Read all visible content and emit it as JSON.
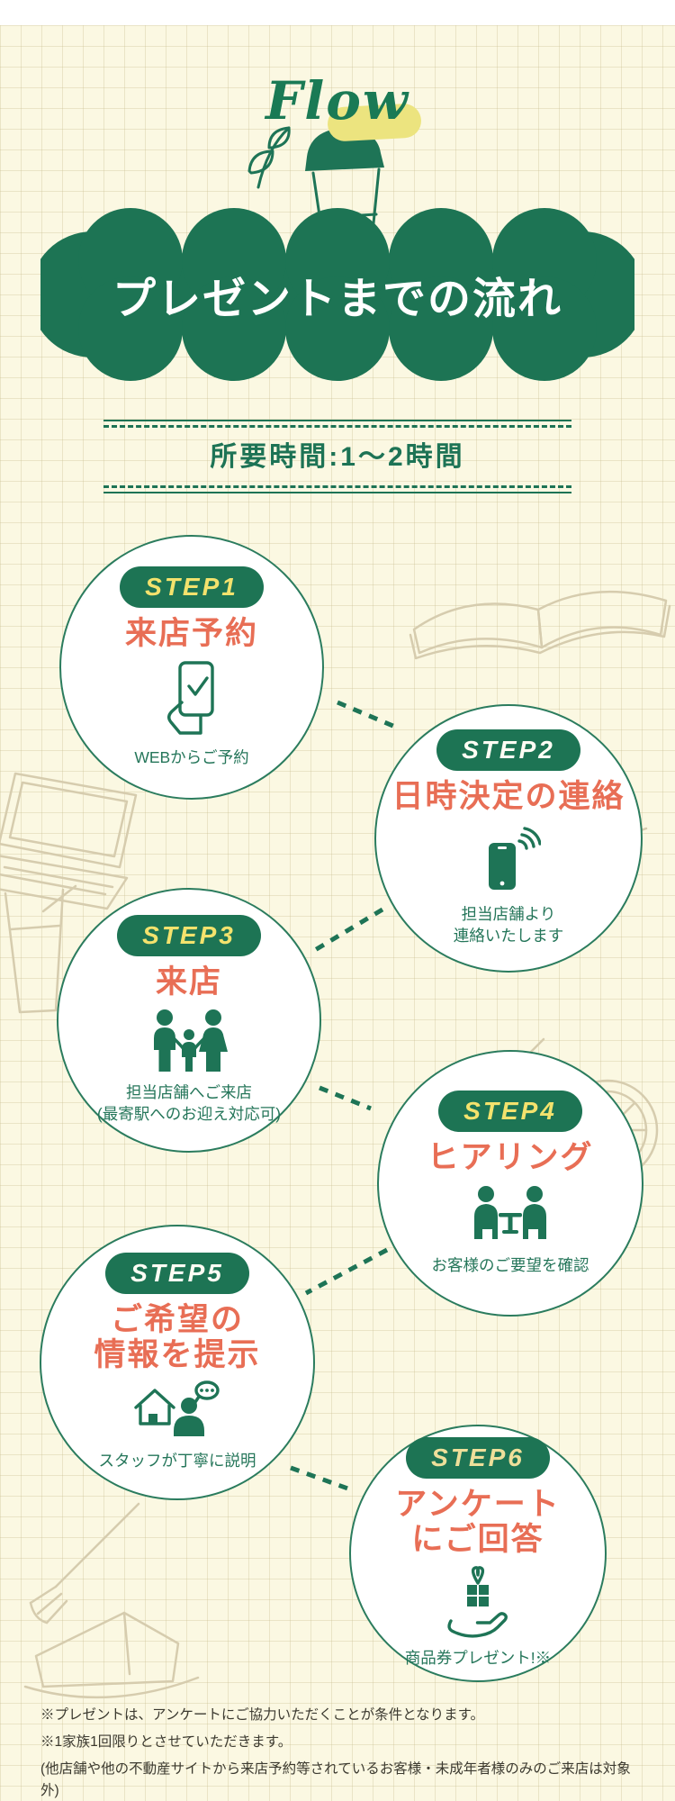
{
  "page": {
    "background": "#fbf8e2",
    "accent_green": "#1d7454",
    "accent_red": "#e86e55",
    "accent_yellow": "#ece47f",
    "doodle_tan": "#d6ccae"
  },
  "header": {
    "flow_label": "Flow",
    "title": "プレゼントまでの流れ",
    "duration": "所要時間:1〜2時間"
  },
  "steps": [
    {
      "label": "STEP1",
      "label_color": "#f3e26d",
      "title": "来店予約",
      "caption": "WEBからご予約",
      "icon": "phone-check-icon"
    },
    {
      "label": "STEP2",
      "label_color": "#fffdf4",
      "title": "日時決定の連絡",
      "caption": "担当店舗より\n連絡いたします",
      "icon": "smartphone-signal-icon"
    },
    {
      "label": "STEP3",
      "label_color": "#f3e26d",
      "title": "来店",
      "caption": "担当店舗へご来店\n(最寄駅へのお迎え対応可)",
      "icon": "family-icon"
    },
    {
      "label": "STEP4",
      "label_color": "#f3e26d",
      "title": "ヒアリング",
      "caption": "お客様のご要望を確認",
      "icon": "meeting-icon"
    },
    {
      "label": "STEP5",
      "label_color": "#fffdf4",
      "title": "ご希望の\n情報を提示",
      "caption": "スタッフが丁寧に説明",
      "icon": "house-presentation-icon"
    },
    {
      "label": "STEP6",
      "label_color": "#eedf9a",
      "title": "アンケート\nにご回答",
      "caption": "商品券プレゼント!※",
      "icon": "gift-hand-icon"
    }
  ],
  "notes": [
    "※プレゼントは、アンケートにご協力いただくことが条件となります。",
    "※1家族1回限りとさせていただきます。",
    "(他店舗や他の不動産サイトから来店予約等されているお客様・未成年者様のみのご来店は対象外)"
  ],
  "decorations": [
    "coffee-cup-doodle",
    "leaf-doodle",
    "book-doodle",
    "laptop-doodle",
    "cake-doodle",
    "glass-doodle",
    "citrus-drink-doodle",
    "fork-doodle",
    "cake-slice-doodle"
  ]
}
